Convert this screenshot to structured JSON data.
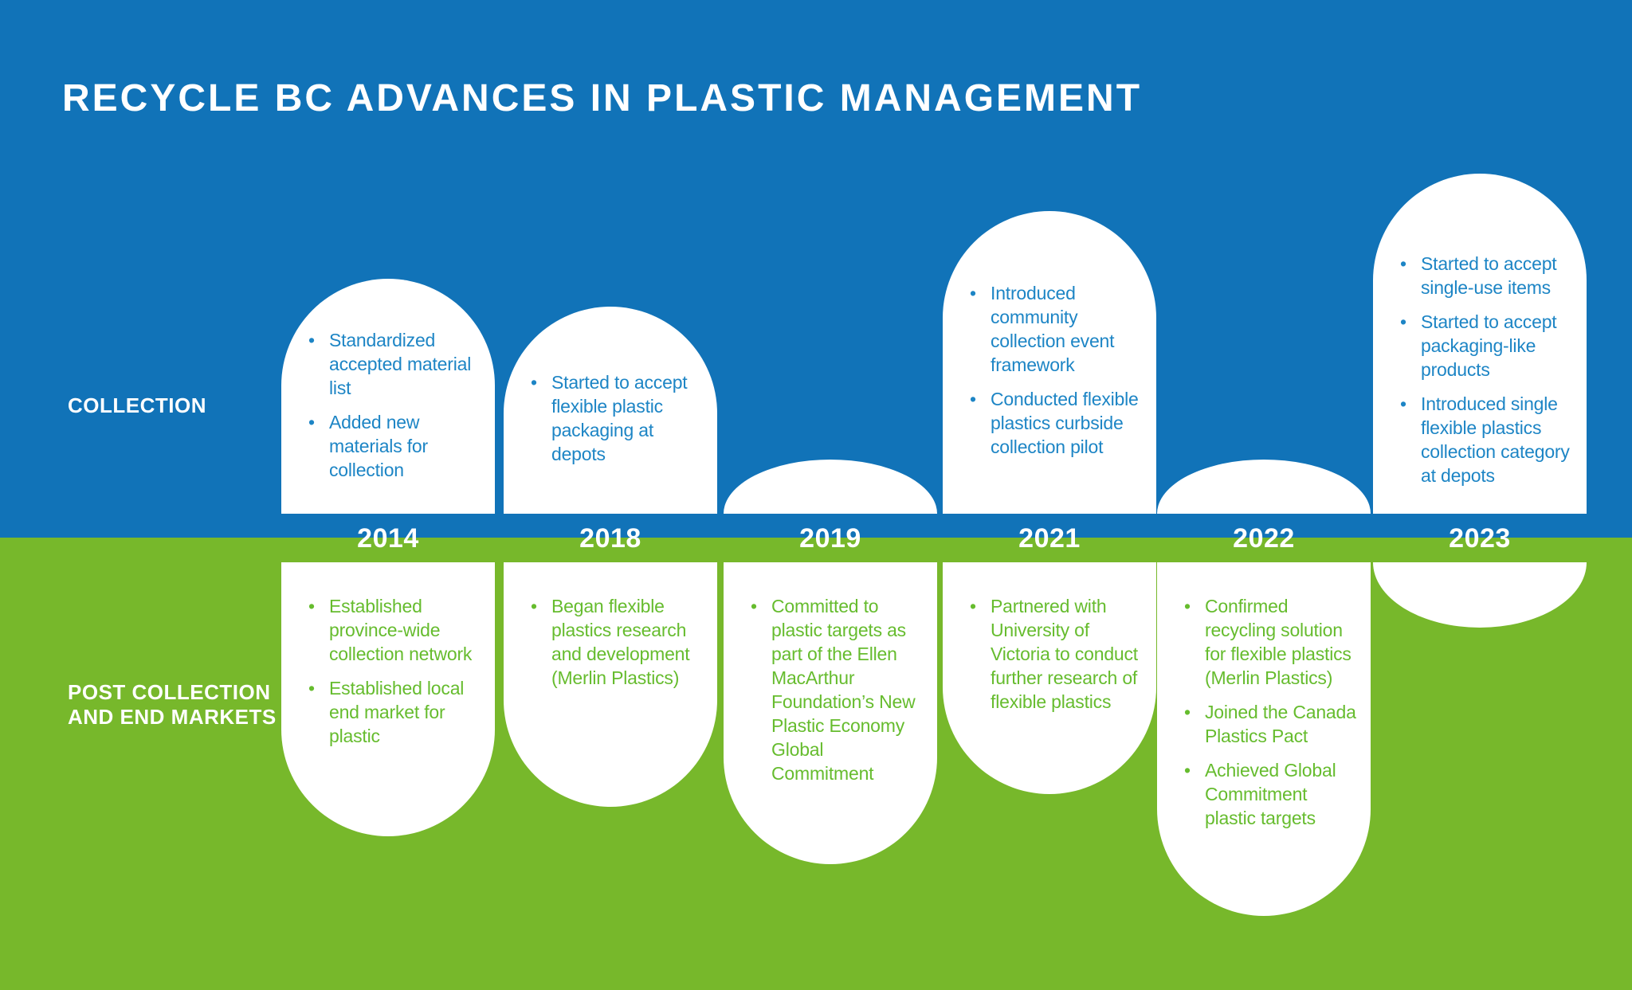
{
  "title": "RECYCLE BC ADVANCES IN PLASTIC MANAGEMENT",
  "row_labels": {
    "collection": "COLLECTION",
    "post_collection": "POST COLLECTION\nAND END MARKETS"
  },
  "colors": {
    "background_blue": "#1173b8",
    "background_green": "#77b82b",
    "bubble_white": "#ffffff",
    "collection_text": "#1d85c5",
    "post_collection_text": "#66bc2e",
    "label_text": "#ffffff"
  },
  "timeline": [
    {
      "year": "2014",
      "collection": [
        "Standardized accepted material list",
        "Added new materials for collection"
      ],
      "post_collection": [
        "Established province-wide collection network",
        "Established local end market for plastic"
      ]
    },
    {
      "year": "2018",
      "collection": [
        "Started to accept flexible plastic packaging at depots"
      ],
      "post_collection": [
        "Began flexible plastics research and development (Merlin Plastics)"
      ]
    },
    {
      "year": "2019",
      "collection": [],
      "post_collection": [
        "Committed to plastic targets as part of the Ellen MacArthur Foundation’s New Plastic Economy Global Commitment"
      ]
    },
    {
      "year": "2021",
      "collection": [
        "Introduced community collection event framework",
        "Conducted flexible plastics curbside collection pilot"
      ],
      "post_collection": [
        "Partnered with University of Victoria to conduct further research of flexible plastics"
      ]
    },
    {
      "year": "2022",
      "collection": [],
      "post_collection": [
        "Confirmed recycling solution for flexible plastics (Merlin Plastics)",
        "Joined the Canada Plastics Pact",
        "Achieved Global Commitment plastic targets"
      ]
    },
    {
      "year": "2023",
      "collection": [
        "Started to accept single-use items",
        "Started to accept packaging-like products",
        "Introduced single flexible plastics collection category at depots"
      ],
      "post_collection": []
    }
  ]
}
